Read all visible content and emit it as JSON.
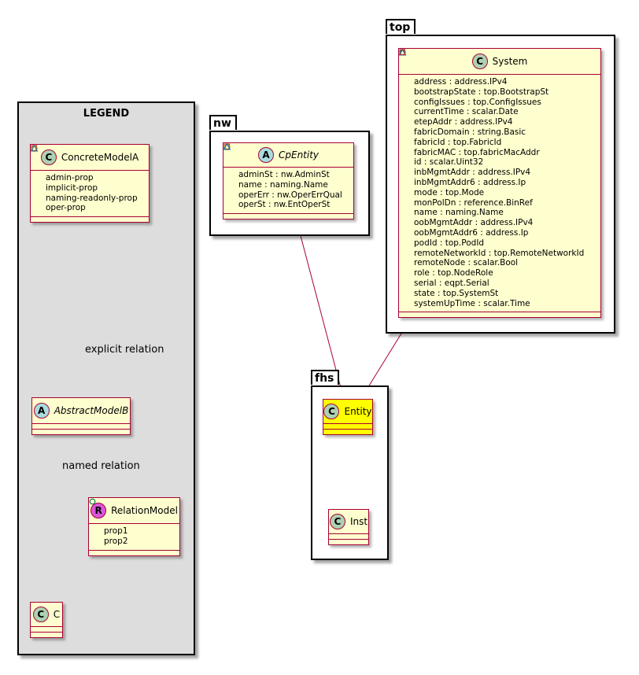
{
  "packages": {
    "top": "top",
    "nw": "nw",
    "fhs": "fhs",
    "legend": "LEGEND"
  },
  "classes": {
    "system": {
      "name": "System",
      "attrs": [
        {
          "v": "public",
          "t": "address : address.IPv4"
        },
        {
          "v": "package",
          "t": "bootstrapState : top.BootstrapSt"
        },
        {
          "v": "package",
          "t": "configIssues : top.ConfigIssues"
        },
        {
          "v": "private",
          "t": "currentTime : scalar.Date"
        },
        {
          "v": "public",
          "t": "etepAddr : address.IPv4"
        },
        {
          "v": "private",
          "t": "fabricDomain : string.Basic"
        },
        {
          "v": "private",
          "t": "fabricId : top.FabricId"
        },
        {
          "v": "private",
          "t": "fabricMAC : top.fabricMacAddr"
        },
        {
          "v": "public",
          "t": "id : scalar.Uint32"
        },
        {
          "v": "private",
          "t": "inbMgmtAddr : address.IPv4"
        },
        {
          "v": "private",
          "t": "inbMgmtAddr6 : address.Ip"
        },
        {
          "v": "private",
          "t": "mode : top.Mode"
        },
        {
          "v": "private",
          "t": "monPolDn : reference.BinRef"
        },
        {
          "v": "public",
          "t": "name : naming.Name"
        },
        {
          "v": "private",
          "t": "oobMgmtAddr : address.IPv4"
        },
        {
          "v": "private",
          "t": "oobMgmtAddr6 : address.Ip"
        },
        {
          "v": "private",
          "t": "podId : top.PodId"
        },
        {
          "v": "public",
          "t": "remoteNetworkId : top.RemoteNetworkId"
        },
        {
          "v": "public",
          "t": "remoteNode : scalar.Bool"
        },
        {
          "v": "public",
          "t": "role : top.NodeRole"
        },
        {
          "v": "private",
          "t": "serial : eqpt.Serial"
        },
        {
          "v": "package",
          "t": "state : top.SystemSt"
        },
        {
          "v": "private",
          "t": "systemUpTime : scalar.Time"
        }
      ]
    },
    "cpentity": {
      "name": "CpEntity",
      "attrs": [
        {
          "v": "private",
          "t": "adminSt : nw.AdminSt"
        },
        {
          "v": "protected",
          "t": "name : naming.Name"
        },
        {
          "v": "package",
          "t": "operErr : nw.OperErrQual"
        },
        {
          "v": "package",
          "t": "operSt : nw.EntOperSt"
        }
      ]
    },
    "entity": {
      "name": "Entity"
    },
    "inst": {
      "name": "Inst"
    },
    "concrete": {
      "name": "ConcreteModelA",
      "attrs": [
        {
          "v": "public",
          "t": "admin-prop"
        },
        {
          "v": "private",
          "t": "implicit-prop"
        },
        {
          "v": "protected",
          "t": "naming-readonly-prop"
        },
        {
          "v": "package",
          "t": "oper-prop"
        }
      ]
    },
    "abstractb": {
      "name": "AbstractModelB"
    },
    "relationmodel": {
      "name": "RelationModel",
      "attrs": [
        {
          "v": "public",
          "t": "prop1"
        },
        {
          "v": "public",
          "t": "prop2"
        }
      ]
    },
    "c": {
      "name": "C"
    }
  },
  "badges": {
    "class": "C",
    "abstract": "A",
    "relation": "R"
  },
  "relations": {
    "explicit": "explicit relation",
    "named": "named relation"
  },
  "colors": {
    "class_fill": "#fefece",
    "class_border": "#a80036",
    "highlight": "#ffff00",
    "legend_bg": "#dddddd"
  }
}
